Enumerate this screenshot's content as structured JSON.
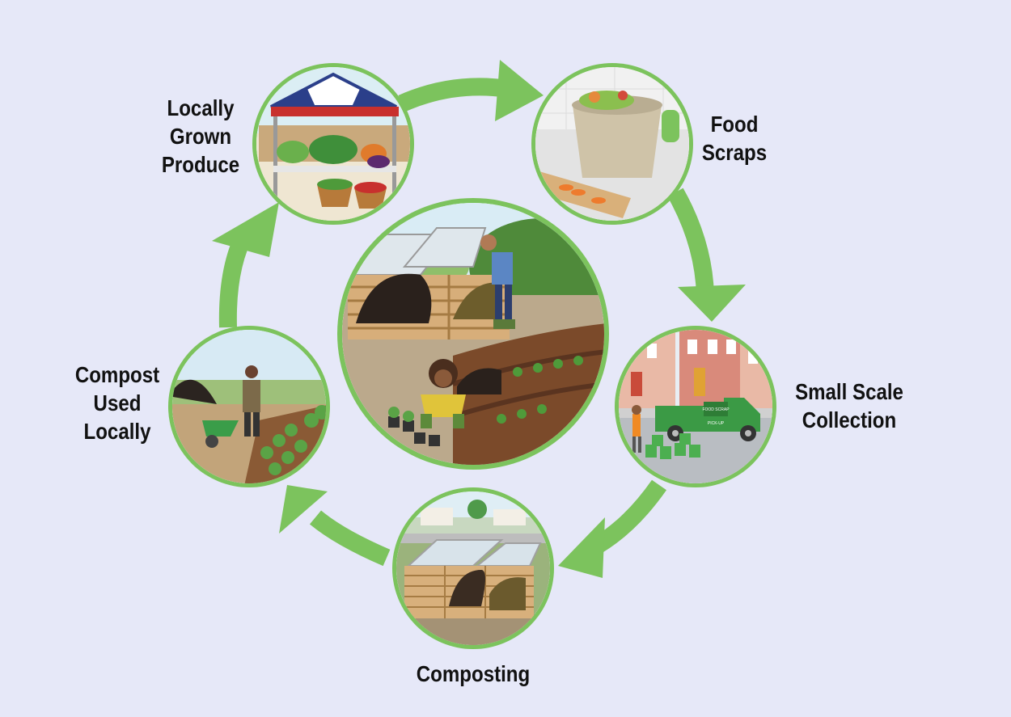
{
  "diagram": {
    "colors": {
      "background": "#e6e8f8",
      "arrow": "#7cc35d",
      "ring": "#7cc35d"
    },
    "stages": [
      {
        "id": "produce",
        "lines": [
          "Locally",
          "Grown",
          "Produce"
        ],
        "icon": "farm-stand-icon"
      },
      {
        "id": "food",
        "lines": [
          "Food",
          "Scraps"
        ],
        "icon": "scrap-bin-icon"
      },
      {
        "id": "collection",
        "lines": [
          "Small Scale",
          "Collection"
        ],
        "icon": "pickup-truck-icon"
      },
      {
        "id": "composting",
        "lines": [
          "Composting"
        ],
        "icon": "compost-bin-icon"
      },
      {
        "id": "compost-used",
        "lines": [
          "Compost",
          "Used",
          "Locally"
        ],
        "icon": "garden-bed-icon"
      }
    ],
    "center_icon": "community-compost-garden-icon",
    "truck_text": [
      "FOOD SCRAP",
      "PICK-UP"
    ]
  }
}
